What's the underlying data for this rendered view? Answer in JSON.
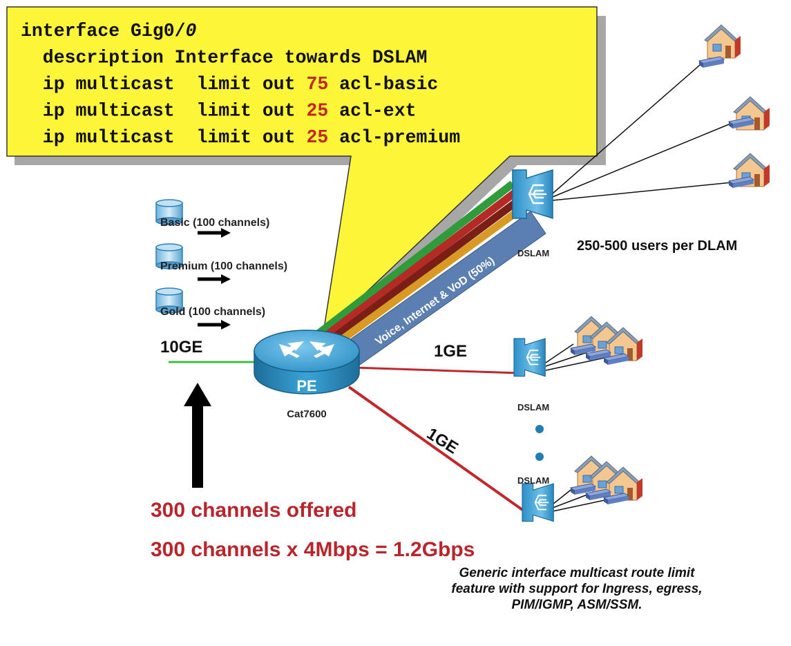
{
  "config": {
    "lines": [
      {
        "segments": [
          {
            "text": "interface Gig0/"
          },
          {
            "text": "0",
            "italic": true
          }
        ]
      },
      {
        "segments": [
          {
            "text": "  description Interface towards DSLAM"
          }
        ]
      },
      {
        "segments": [
          {
            "text": "  ip multicast  limit out "
          },
          {
            "text": "75",
            "highlight": true
          },
          {
            "text": " acl-basic"
          }
        ]
      },
      {
        "segments": [
          {
            "text": "  ip multicast  limit out "
          },
          {
            "text": "25",
            "highlight": true
          },
          {
            "text": " acl-ext"
          }
        ]
      },
      {
        "segments": [
          {
            "text": "  ip multicast  limit out "
          },
          {
            "text": "25",
            "highlight": true
          },
          {
            "text": " acl-premium"
          }
        ]
      }
    ]
  },
  "channel_sources": [
    {
      "label": "Basic (100 channels)"
    },
    {
      "label": "Premium (100 channels)"
    },
    {
      "label": "Gold (100 channels)"
    }
  ],
  "router": {
    "name": "PE",
    "model": "Cat7600"
  },
  "links": {
    "uplink": "10GE",
    "dslam_2": "1GE",
    "dslam_3": "1GE",
    "bundle_label": "Voice, Internet & VoD (50%)"
  },
  "dslams": [
    {
      "label": "DSLAM"
    },
    {
      "label": "DSLAM"
    },
    {
      "label": "DSLAM"
    }
  ],
  "users_note": "250-500 users per DLAM",
  "offer": {
    "line1": "300 channels offered",
    "line2": "300 channels x 4Mbps = 1.2Gbps"
  },
  "feature_note": "Generic interface multicast route limit feature with support for Ingress, egress, PIM/IGMP, ASM/SSM.",
  "colors": {
    "callout_fill": "#fdf537",
    "highlight": "#c0281e",
    "offer_text": "#b8262c",
    "router": "#2a8fc2",
    "link_red": "#c0282b",
    "uplink_green": "#3fbf3f",
    "bundle_blue": "#5b7fb0"
  }
}
